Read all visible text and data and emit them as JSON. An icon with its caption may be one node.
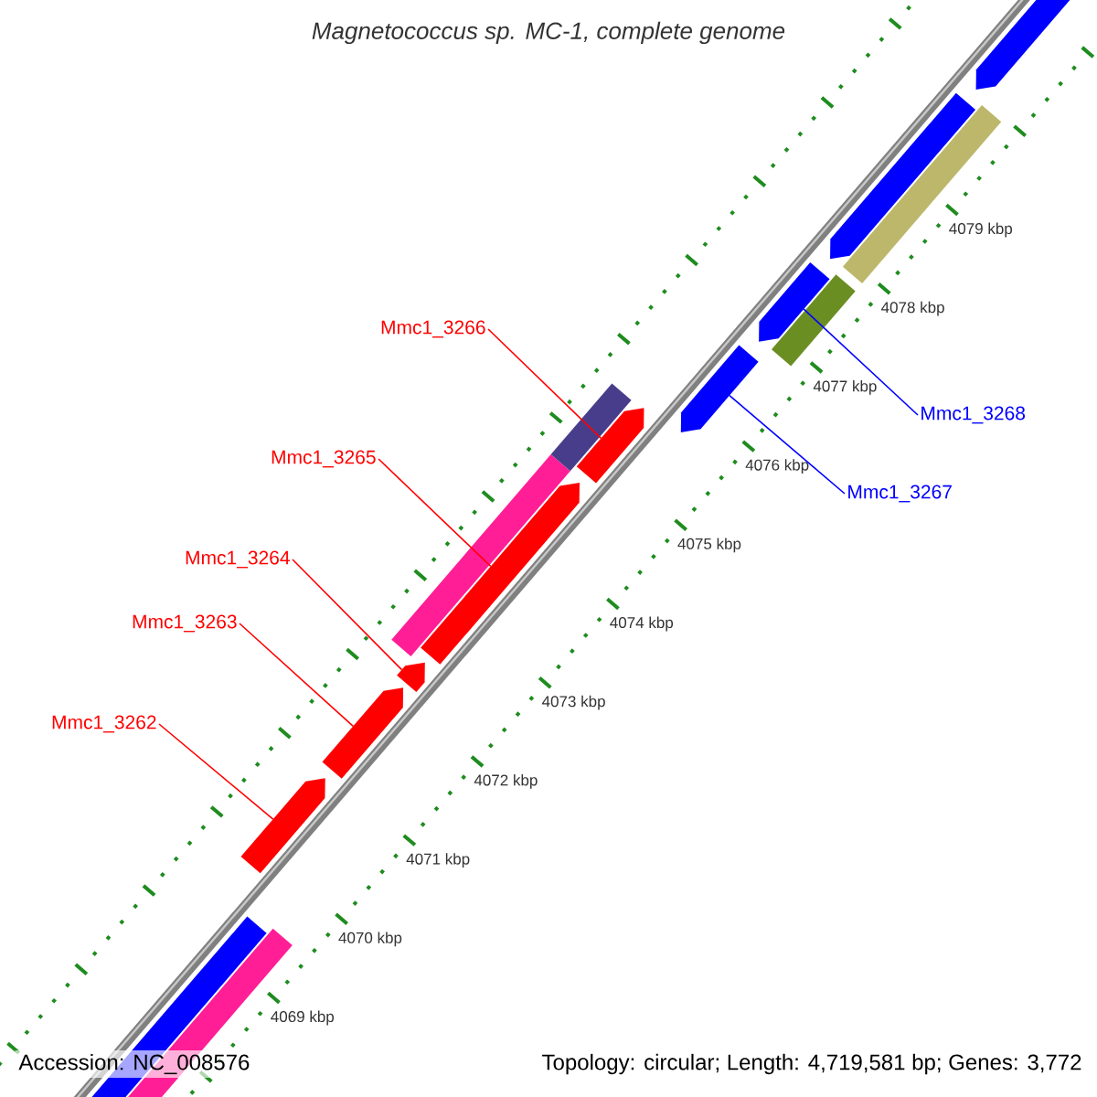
{
  "diagram": {
    "title": "Magnetococcus sp. MC-1, complete genome",
    "nodes": [
      {
        "text": [
          "Mmc1_3266"
        ]
      },
      {
        "text": [
          "Mmc1_3265"
        ]
      },
      {
        "text": [
          "Mmc1_3264"
        ]
      },
      {
        "text": [
          "Mmc1_3263"
        ]
      },
      {
        "text": [
          "Mmc1_3262"
        ]
      },
      {
        "text": [
          "Mmc1_3268"
        ]
      },
      {
        "text": [
          "Mmc1_3267"
        ]
      },
      {
        "text": [],
        "shape": "arrow"
      },
      {
        "text": [],
        "shape": "arrow"
      },
      {
        "text": [],
        "shape": "arrow"
      },
      {
        "text": [],
        "shape": "arrow"
      },
      {
        "text": [],
        "shape": "arrow"
      },
      {
        "text": [],
        "shape": "bar"
      },
      {
        "text": [],
        "shape": "bar"
      },
      {
        "text": [],
        "shape": "arrow"
      },
      {
        "text": [],
        "shape": "arrow"
      },
      {
        "text": [],
        "shape": "arrow"
      },
      {
        "text": [],
        "shape": "arrow"
      },
      {
        "text": [],
        "shape": "bar"
      },
      {
        "text": [],
        "shape": "bar"
      },
      {
        "text": [],
        "shape": "arrow"
      },
      {
        "text": [],
        "shape": "bar"
      }
    ],
    "edges": [
      {
        "from": 0,
        "to": 11,
        "arrow": "none"
      },
      {
        "from": 1,
        "to": 10,
        "arrow": "none"
      },
      {
        "from": 2,
        "to": 9,
        "arrow": "none"
      },
      {
        "from": 3,
        "to": 8,
        "arrow": "none"
      },
      {
        "from": 4,
        "to": 7,
        "arrow": "none"
      },
      {
        "from": 5,
        "to": 15,
        "arrow": "none",
        "color": "#0000ff"
      },
      {
        "from": 6,
        "to": 14,
        "arrow": "none",
        "color": "#0000ff"
      }
    ],
    "labels": [
      "4079 kbp",
      "4078 kbp",
      "4077 kbp",
      "4076 kbp",
      "4075 kbp",
      "4074 kbp",
      "4073 kbp",
      "4072 kbp",
      "4071 kbp",
      "4070 kbp",
      "4069 kbp",
      "Accession: NC_008576",
      "Topology: circular; Length: 4,719,581 bp; Genes: 3,772"
    ]
  }
}
